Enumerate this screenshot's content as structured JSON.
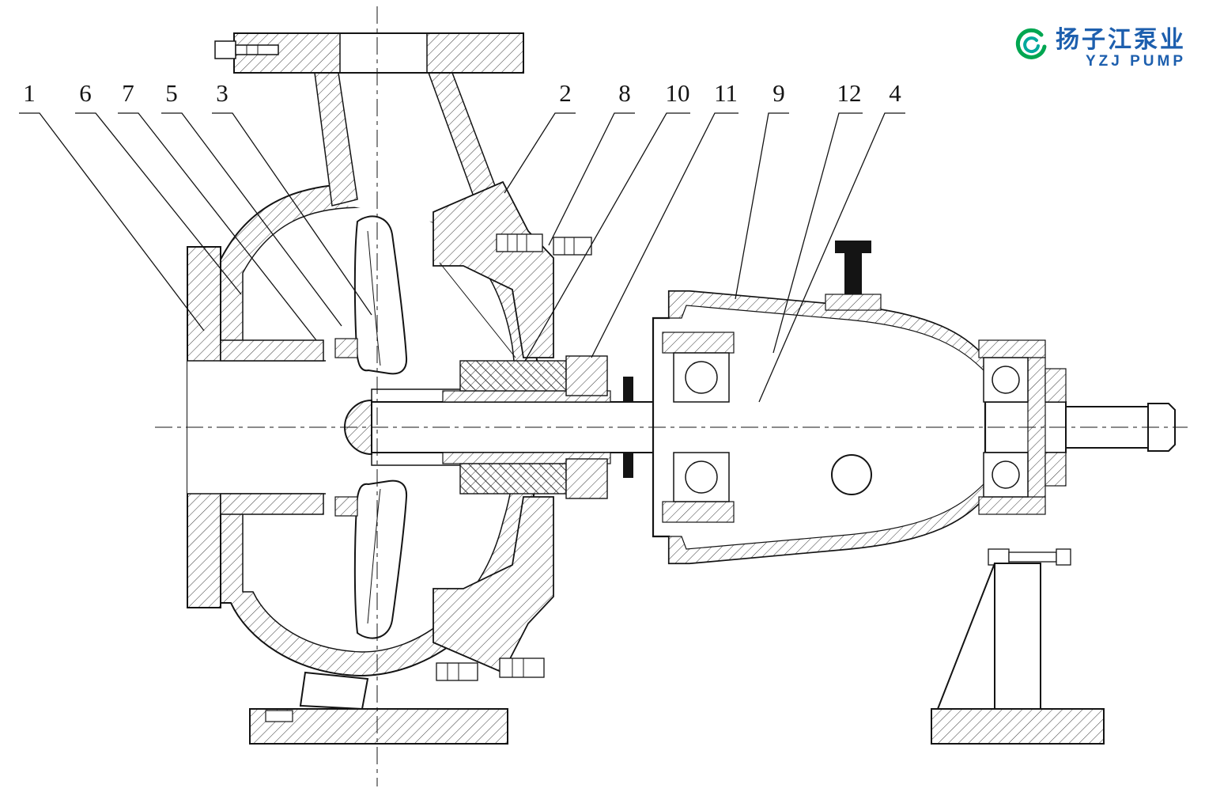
{
  "callouts": [
    {
      "label": "1"
    },
    {
      "label": "6"
    },
    {
      "label": "7"
    },
    {
      "label": "5"
    },
    {
      "label": "3"
    },
    {
      "label": "2"
    },
    {
      "label": "8"
    },
    {
      "label": "10"
    },
    {
      "label": "11"
    },
    {
      "label": "9"
    },
    {
      "label": "12"
    },
    {
      "label": "4"
    }
  ],
  "logo": {
    "cn": "扬子江泵业",
    "en": "YZJ PUMP"
  },
  "colors": {
    "line": "#141414",
    "logo_blue": "#1d5fae",
    "logo_green": "#00a651",
    "logo_teal": "#00a99d",
    "background": "#ffffff"
  }
}
